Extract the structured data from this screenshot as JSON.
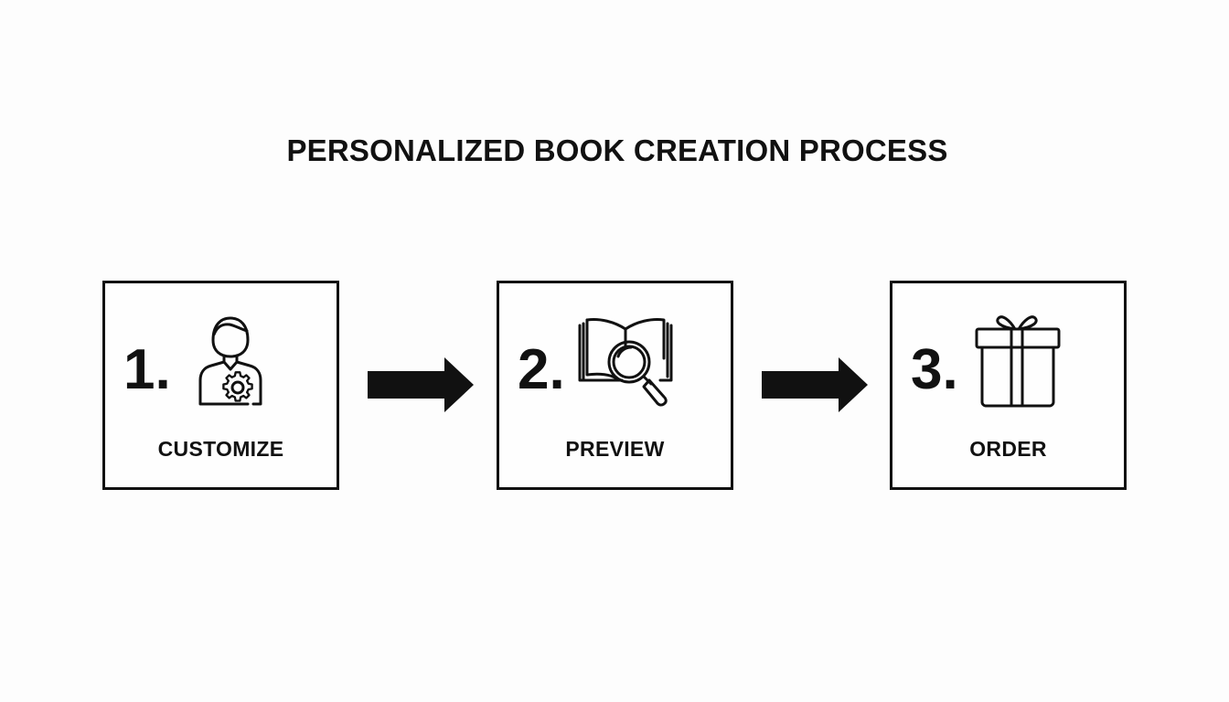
{
  "title": "PERSONALIZED BOOK CREATION PROCESS",
  "steps": [
    {
      "number": "1.",
      "label": "CUSTOMIZE",
      "icon": "person-gear-icon"
    },
    {
      "number": "2.",
      "label": "PREVIEW",
      "icon": "book-magnifier-icon"
    },
    {
      "number": "3.",
      "label": "ORDER",
      "icon": "gift-box-icon"
    }
  ],
  "colors": {
    "stroke": "#111111",
    "background": "#fdfdfd"
  }
}
